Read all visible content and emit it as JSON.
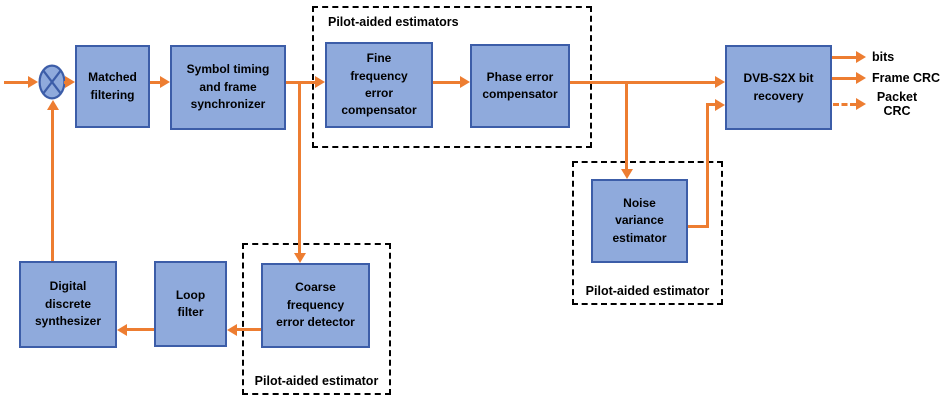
{
  "diagram": {
    "type": "block-diagram",
    "subject": "DVB-S2X receiver synchronization and recovery chain",
    "colors": {
      "block_fill": "#8FAADC",
      "block_border": "#3C5DA8",
      "arrow": "#ED7D31",
      "group_border": "#000000",
      "text": "#000000"
    },
    "blocks": {
      "matched": {
        "label": "Matched\nfiltering"
      },
      "symbol": {
        "label": "Symbol timing\nand frame\nsynchronizer"
      },
      "fine": {
        "label": "Fine\nfrequency\nerror\ncompensator"
      },
      "phase": {
        "label": "Phase error\ncompensator"
      },
      "dvb": {
        "label": "DVB-S2X bit\nrecovery"
      },
      "noise": {
        "label": "Noise\nvariance\nestimator"
      },
      "coarse": {
        "label": "Coarse\nfrequency\nerror detector"
      },
      "loop": {
        "label": "Loop\nfilter"
      },
      "dds": {
        "label": "Digital\ndiscrete\nsynthesizer"
      }
    },
    "groups": {
      "pilot_top": {
        "label": "Pilot-aided estimators"
      },
      "pilot_noise": {
        "label": "Pilot-aided estimator"
      },
      "pilot_coarse": {
        "label": "Pilot-aided estimator"
      }
    },
    "outputs": {
      "bits": "bits",
      "frame_crc": "Frame CRC",
      "packet_crc": "Packet\nCRC"
    }
  }
}
